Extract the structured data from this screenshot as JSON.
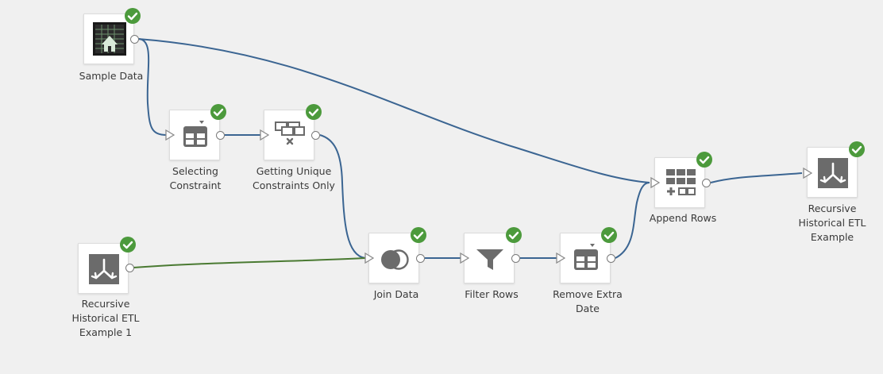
{
  "canvas": {
    "background": "#f0f0f0",
    "edge_blue": "#3b6592",
    "edge_green": "#4a7a32",
    "check_color": "#4c9a3c",
    "icon_gray": "#6b6b6b"
  },
  "nodes": {
    "sample_data": {
      "label_lines": [
        "Sample Data"
      ],
      "icon": "spreadsheet-icon",
      "status": "success"
    },
    "selecting_constraint": {
      "label_lines": [
        "Selecting",
        "Constraint"
      ],
      "icon": "select-columns-icon",
      "status": "success"
    },
    "getting_unique": {
      "label_lines": [
        "Getting Unique",
        "Constraints Only"
      ],
      "icon": "remove-duplicates-icon",
      "status": "success"
    },
    "recursive_input": {
      "label_lines": [
        "Recursive",
        "Historical ETL",
        "Example 1"
      ],
      "icon": "dataset-input-icon",
      "status": "success"
    },
    "join_data": {
      "label_lines": [
        "Join Data"
      ],
      "icon": "join-icon",
      "status": "success"
    },
    "filter_rows": {
      "label_lines": [
        "Filter Rows"
      ],
      "icon": "filter-icon",
      "status": "success"
    },
    "remove_extra_date": {
      "label_lines": [
        "Remove Extra",
        "Date"
      ],
      "icon": "select-columns-icon",
      "status": "success"
    },
    "append_rows": {
      "label_lines": [
        "Append Rows"
      ],
      "icon": "append-rows-icon",
      "status": "success"
    },
    "recursive_output": {
      "label_lines": [
        "Recursive",
        "Historical ETL",
        "Example"
      ],
      "icon": "dataset-output-icon",
      "status": "success"
    }
  }
}
